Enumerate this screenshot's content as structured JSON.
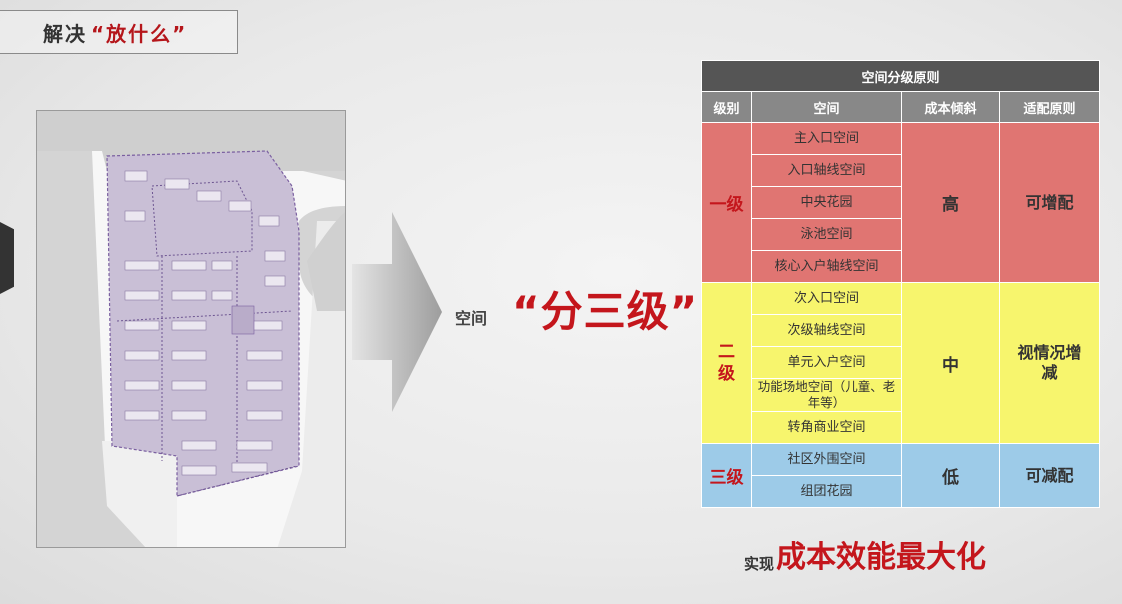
{
  "title": {
    "prefix": "解决",
    "highlight": "“放什么”"
  },
  "middle": {
    "prefix": "空间",
    "highlight": "“分三级”"
  },
  "table": {
    "caption": "空间分级原则",
    "headers": [
      "级别",
      "空间",
      "成本倾斜",
      "适配原则"
    ],
    "levels": [
      {
        "level": "一级",
        "spaces": [
          "主入口空间",
          "入口轴线空间",
          "中央花园",
          "泳池空间",
          "核心入户轴线空间"
        ],
        "cost": "高",
        "rule": "可增配",
        "color": "#e07572"
      },
      {
        "level": "二级",
        "spaces": [
          "次入口空间",
          "次级轴线空间",
          "单元入户空间",
          "功能场地空间（儿童、老年等）",
          "转角商业空间"
        ],
        "cost": "中",
        "rule": "视情况增减",
        "color": "#f7f56d"
      },
      {
        "level": "三级",
        "spaces": [
          "社区外围空间",
          "组团花园"
        ],
        "cost": "低",
        "rule": "可减配",
        "color": "#9dcbe8"
      }
    ]
  },
  "bottom": {
    "prefix": "实现",
    "highlight": "成本效能最大化"
  },
  "colors": {
    "accent": "#c4161c",
    "caption_bg": "#555555",
    "header_bg": "#888888"
  }
}
